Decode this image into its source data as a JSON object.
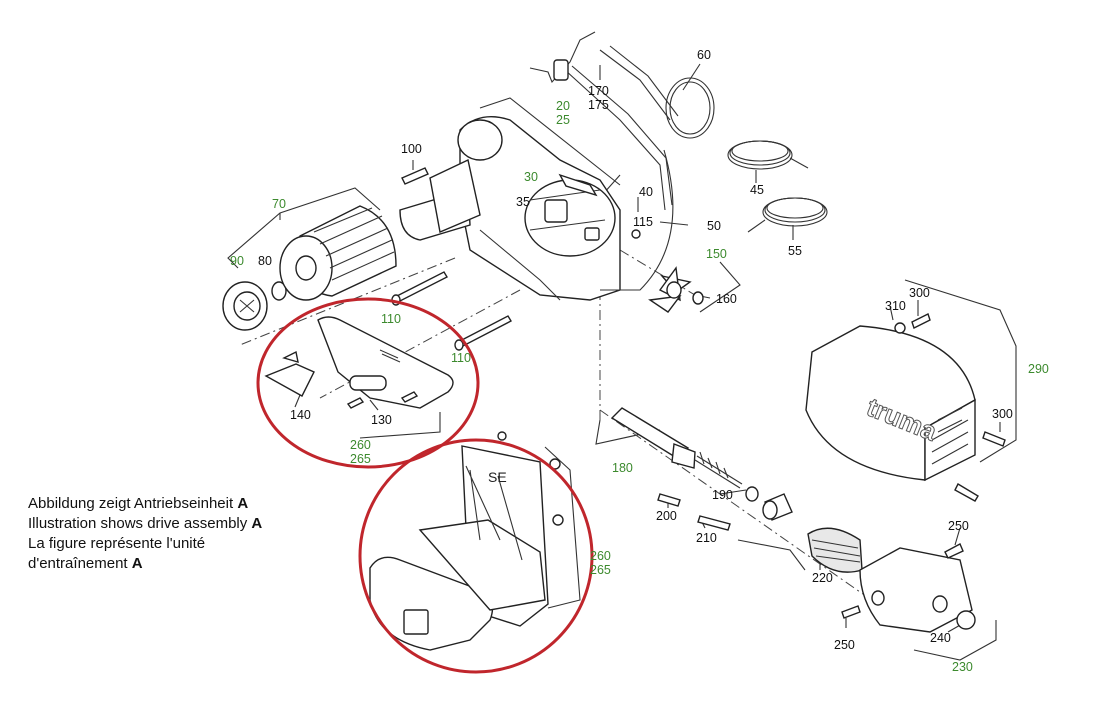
{
  "caption": {
    "line1_text": "Abbildung zeigt Antriebseinheit ",
    "line2_text": "Illustration shows drive assembly ",
    "line3_text": "La figure représente l'unité",
    "line4_text": "d'entraînement ",
    "assembly_letter": "A"
  },
  "logo": {
    "text": "truma"
  },
  "bracket_text": "SE",
  "labels": {
    "p20": "20",
    "p25": "25",
    "p30": "30",
    "p35": "35",
    "p40": "40",
    "p45": "45",
    "p50": "50",
    "p55": "55",
    "p60": "60",
    "p70": "70",
    "p80": "80",
    "p90": "90",
    "p100": "100",
    "p110a": "110",
    "p110b": "110",
    "p115": "115",
    "p130": "130",
    "p140": "140",
    "p150": "150",
    "p160": "160",
    "p170": "170",
    "p175": "175",
    "p180": "180",
    "p190": "190",
    "p200": "200",
    "p210": "210",
    "p220": "220",
    "p230": "230",
    "p240": "240",
    "p250a": "250",
    "p250b": "250",
    "p260a": "260",
    "p265a": "265",
    "p260b": "260",
    "p265b": "265",
    "p290": "290",
    "p300a": "300",
    "p300b": "300",
    "p310": "310"
  },
  "colors": {
    "highlight_circle": "#c0262c",
    "label_green": "#3c8a2e",
    "label_black": "#111111"
  }
}
